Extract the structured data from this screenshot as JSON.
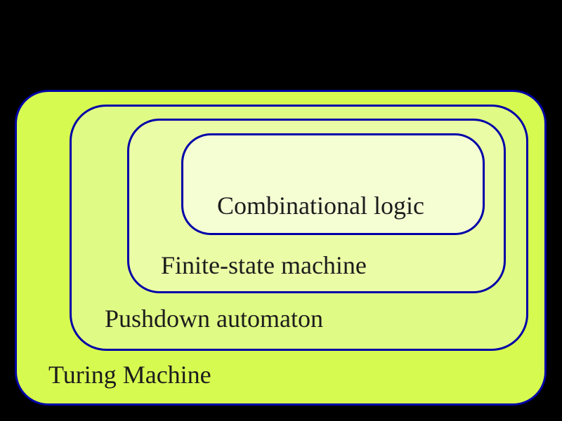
{
  "diagram": {
    "type": "nested-set-diagram",
    "background_color": "#000000",
    "border_color": "#0000a8",
    "text_color": "#1c1c1c",
    "levels": [
      {
        "name": "turing-machine",
        "label": "Turing Machine",
        "fill": "#d7fa50"
      },
      {
        "name": "pushdown-automaton",
        "label": "Pushdown automaton",
        "fill": "#e0fb85"
      },
      {
        "name": "finite-state-machine",
        "label": "Finite-state machine",
        "fill": "#ebfca6"
      },
      {
        "name": "combinational-logic",
        "label": "Combinational logic",
        "fill": "#f5fdd3"
      }
    ]
  }
}
